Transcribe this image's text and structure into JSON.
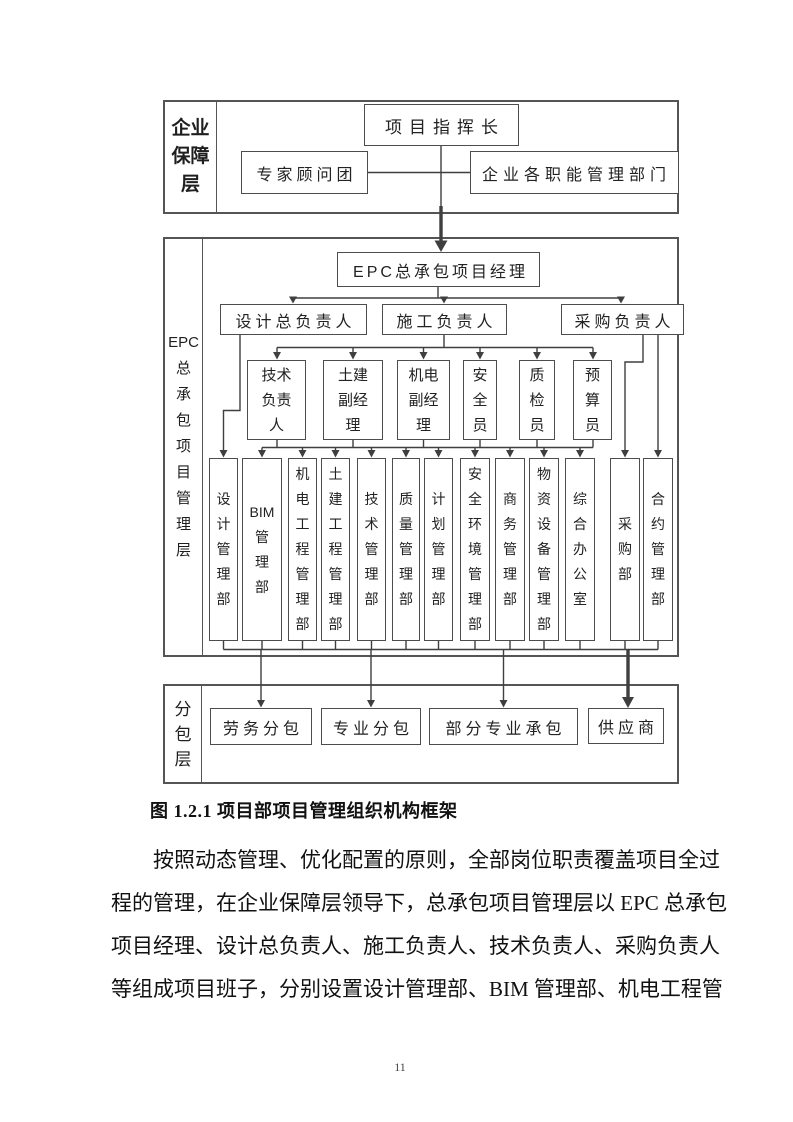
{
  "diagram": {
    "layer1_label": "企业\n保障\n层",
    "layer2_label": "EPC\n总\n承\n包\n项\n目\n管\n理\n层",
    "layer3_label": "分\n包\n层",
    "commander": "项目指挥长",
    "advisor_group": "专家顾问团",
    "functional_depts": "企业各职能管理部门",
    "epc_manager": "EPC总承包项目经理",
    "design_chief": "设计总负责人",
    "construction_chief": "施工负责人",
    "procurement_chief": "采购负责人",
    "managers": [
      "技术\n负责\n人",
      "土建\n副经\n理",
      "机电\n副经\n理",
      "安\n全\n员",
      "质\n检\n员",
      "预\n算\n员"
    ],
    "departments": [
      "设\n计\n管\n理\n部",
      "BIM\n管\n理\n部",
      "机\n电\n工\n程\n管\n理\n部",
      "土\n建\n工\n程\n管\n理\n部",
      "技\n术\n管\n理\n部",
      "质\n量\n管\n理\n部",
      "计\n划\n管\n理\n部",
      "安\n全\n环\n境\n管\n理\n部",
      "商\n务\n管\n理\n部",
      "物\n资\n设\n备\n管\n理\n部",
      "综\n合\n办\n公\n室",
      "采\n购\n部",
      "合\n约\n管\n理\n部"
    ],
    "subcontractors": [
      "劳务分包",
      "专业分包",
      "部分专业承包",
      "供应商"
    ]
  },
  "caption": "图 1.2.1 项目部项目管理组织机构框架",
  "paragraph": {
    "lines": [
      "按照动态管理、优化配置的原则，全部岗位职责覆盖项目全过",
      "程的管理，在企业保障层领导下，总承包项目管理层以 EPC 总承包",
      "项目经理、设计总负责人、施工负责人、技术负责人、采购负责人",
      "等组成项目班子，分别设置设计管理部、BIM 管理部、机电工程管"
    ]
  },
  "page_number": "11"
}
